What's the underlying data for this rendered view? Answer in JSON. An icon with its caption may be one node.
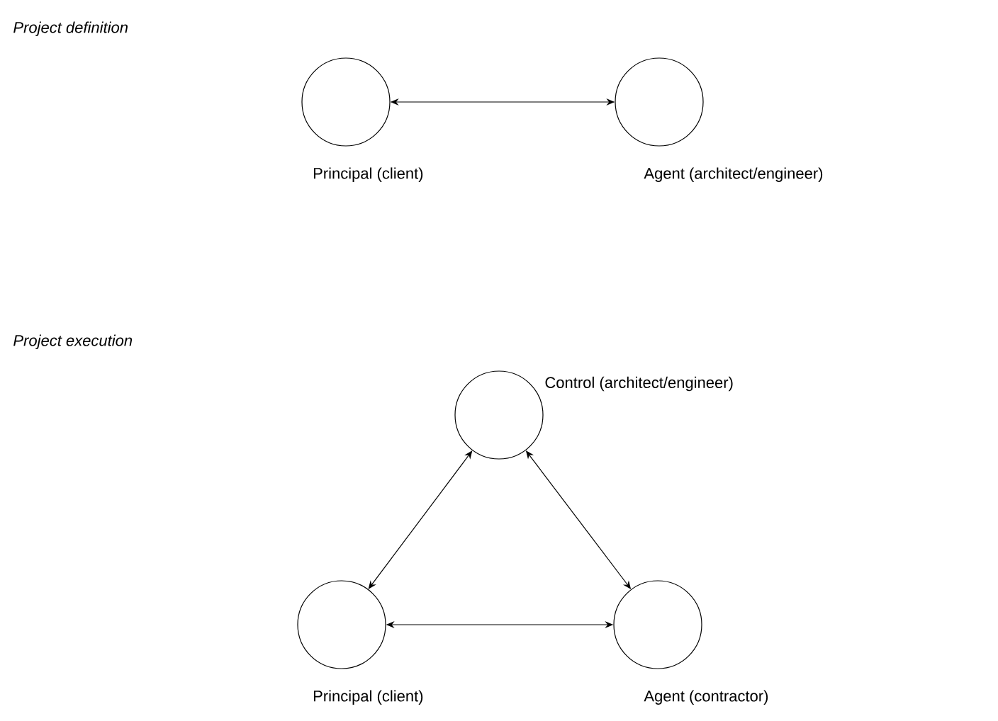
{
  "diagram": {
    "nodes": [
      {
        "text": [
          "Principal (client)"
        ]
      },
      {
        "text": [
          "Agent (architect/engineer)"
        ]
      },
      {
        "text": [
          "Control (architect/engineer)"
        ]
      },
      {
        "text": [
          "Principal (client)"
        ]
      },
      {
        "text": [
          "Agent (contractor)"
        ]
      }
    ],
    "edges": [
      {
        "from": 0,
        "to": 1,
        "arrow": "both"
      },
      {
        "from": 2,
        "to": 3,
        "arrow": "both"
      },
      {
        "from": 2,
        "to": 4,
        "arrow": "both"
      },
      {
        "from": 3,
        "to": 4,
        "arrow": "both"
      }
    ],
    "labels": [
      "Project definition",
      "Project execution"
    ]
  }
}
